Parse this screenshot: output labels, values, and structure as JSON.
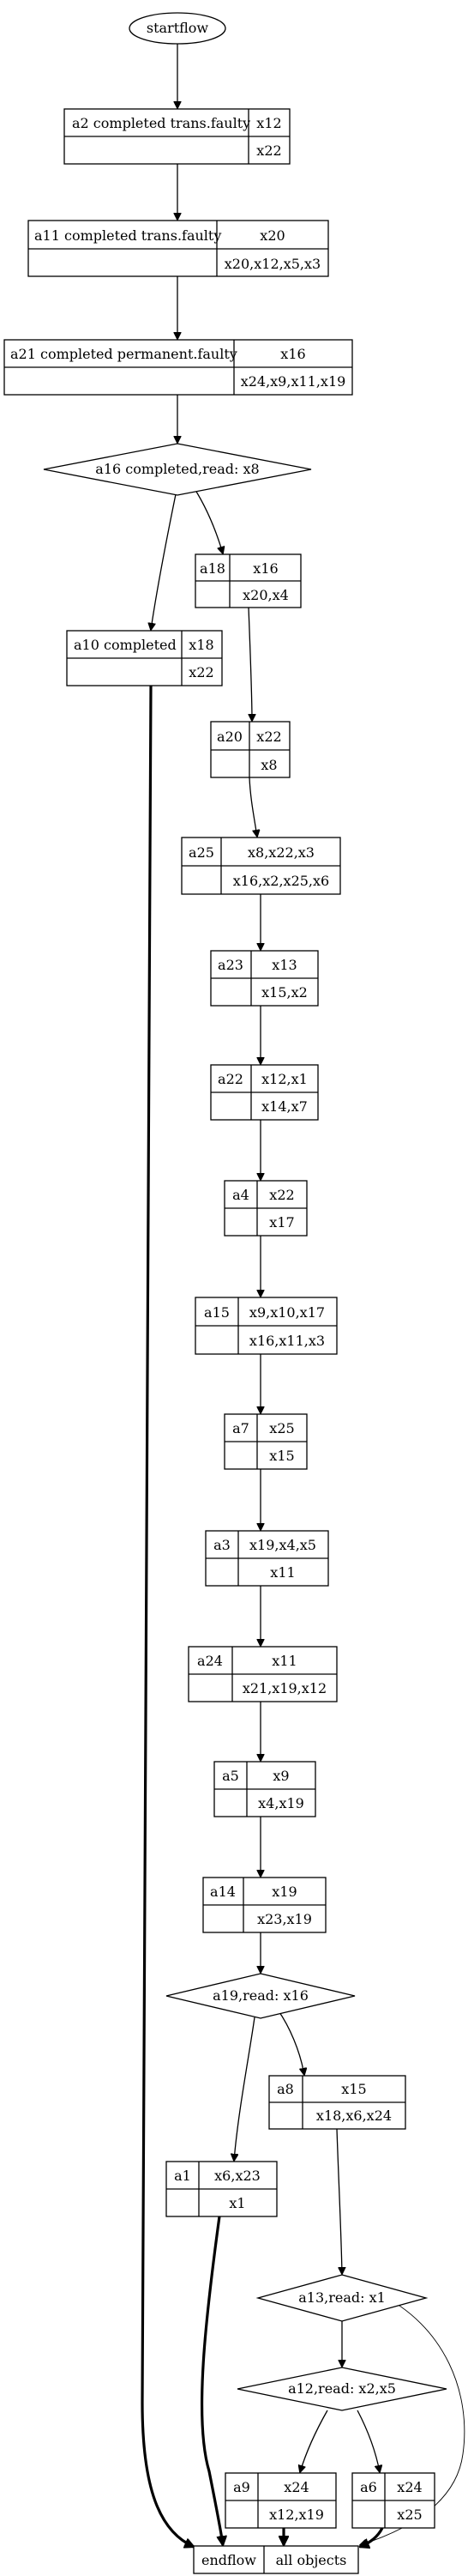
{
  "diagram": {
    "start": "startflow",
    "end": "endflow",
    "end_objects": "all objects",
    "activities": {
      "a2": {
        "label": "a2 completed trans.faulty",
        "in": "x12",
        "out": "x22"
      },
      "a11": {
        "label": "a11 completed trans.faulty",
        "in": "x20",
        "out": "x20,x12,x5,x3"
      },
      "a21": {
        "label": "a21 completed permanent.faulty",
        "in": "x16",
        "out": "x24,x9,x11,x19"
      },
      "a10": {
        "label": "a10 completed",
        "in": "x18",
        "out": "x22"
      },
      "a18": {
        "label": "a18",
        "in": "x16",
        "out": "x20,x4"
      },
      "a20": {
        "label": "a20",
        "in": "x22",
        "out": "x8"
      },
      "a25": {
        "label": "a25",
        "in": "x8,x22,x3",
        "out": "x16,x2,x25,x6"
      },
      "a23": {
        "label": "a23",
        "in": "x13",
        "out": "x15,x2"
      },
      "a22": {
        "label": "a22",
        "in": "x12,x1",
        "out": "x14,x7"
      },
      "a4": {
        "label": "a4",
        "in": "x22",
        "out": "x17"
      },
      "a15": {
        "label": "a15",
        "in": "x9,x10,x17",
        "out": "x16,x11,x3"
      },
      "a7": {
        "label": "a7",
        "in": "x25",
        "out": "x15"
      },
      "a3": {
        "label": "a3",
        "in": "x19,x4,x5",
        "out": "x11"
      },
      "a24": {
        "label": "a24",
        "in": "x11",
        "out": "x21,x19,x12"
      },
      "a5": {
        "label": "a5",
        "in": "x9",
        "out": "x4,x19"
      },
      "a14": {
        "label": "a14",
        "in": "x19",
        "out": "x23,x19"
      },
      "a8": {
        "label": "a8",
        "in": "x15",
        "out": "x18,x6,x24"
      },
      "a1": {
        "label": "a1",
        "in": "x6,x23",
        "out": "x1"
      },
      "a9": {
        "label": "a9",
        "in": "x24",
        "out": "x12,x19"
      },
      "a6": {
        "label": "a6",
        "in": "x24",
        "out": "x25"
      }
    },
    "decisions": {
      "a16": "a16 completed,read: x8",
      "a19": "a19,read: x16",
      "a13": "a13,read: x1",
      "a12": "a12,read: x2,x5"
    },
    "edges": [
      {
        "from": "startflow",
        "to": "a2"
      },
      {
        "from": "a2",
        "to": "a11"
      },
      {
        "from": "a11",
        "to": "a21"
      },
      {
        "from": "a21",
        "to": "a16"
      },
      {
        "from": "a16",
        "to": "a10"
      },
      {
        "from": "a16",
        "to": "a18"
      },
      {
        "from": "a18",
        "to": "a20"
      },
      {
        "from": "a20",
        "to": "a25"
      },
      {
        "from": "a25",
        "to": "a23"
      },
      {
        "from": "a23",
        "to": "a22"
      },
      {
        "from": "a22",
        "to": "a4"
      },
      {
        "from": "a4",
        "to": "a15"
      },
      {
        "from": "a15",
        "to": "a7"
      },
      {
        "from": "a7",
        "to": "a3"
      },
      {
        "from": "a3",
        "to": "a24"
      },
      {
        "from": "a24",
        "to": "a5"
      },
      {
        "from": "a5",
        "to": "a14"
      },
      {
        "from": "a14",
        "to": "a19"
      },
      {
        "from": "a19",
        "to": "a1"
      },
      {
        "from": "a19",
        "to": "a8"
      },
      {
        "from": "a8",
        "to": "a13"
      },
      {
        "from": "a13",
        "to": "a12"
      },
      {
        "from": "a13",
        "to": "endflow"
      },
      {
        "from": "a12",
        "to": "a9"
      },
      {
        "from": "a12",
        "to": "a6"
      },
      {
        "from": "a10",
        "to": "endflow"
      },
      {
        "from": "a1",
        "to": "endflow"
      },
      {
        "from": "a9",
        "to": "endflow"
      },
      {
        "from": "a6",
        "to": "endflow"
      }
    ]
  }
}
